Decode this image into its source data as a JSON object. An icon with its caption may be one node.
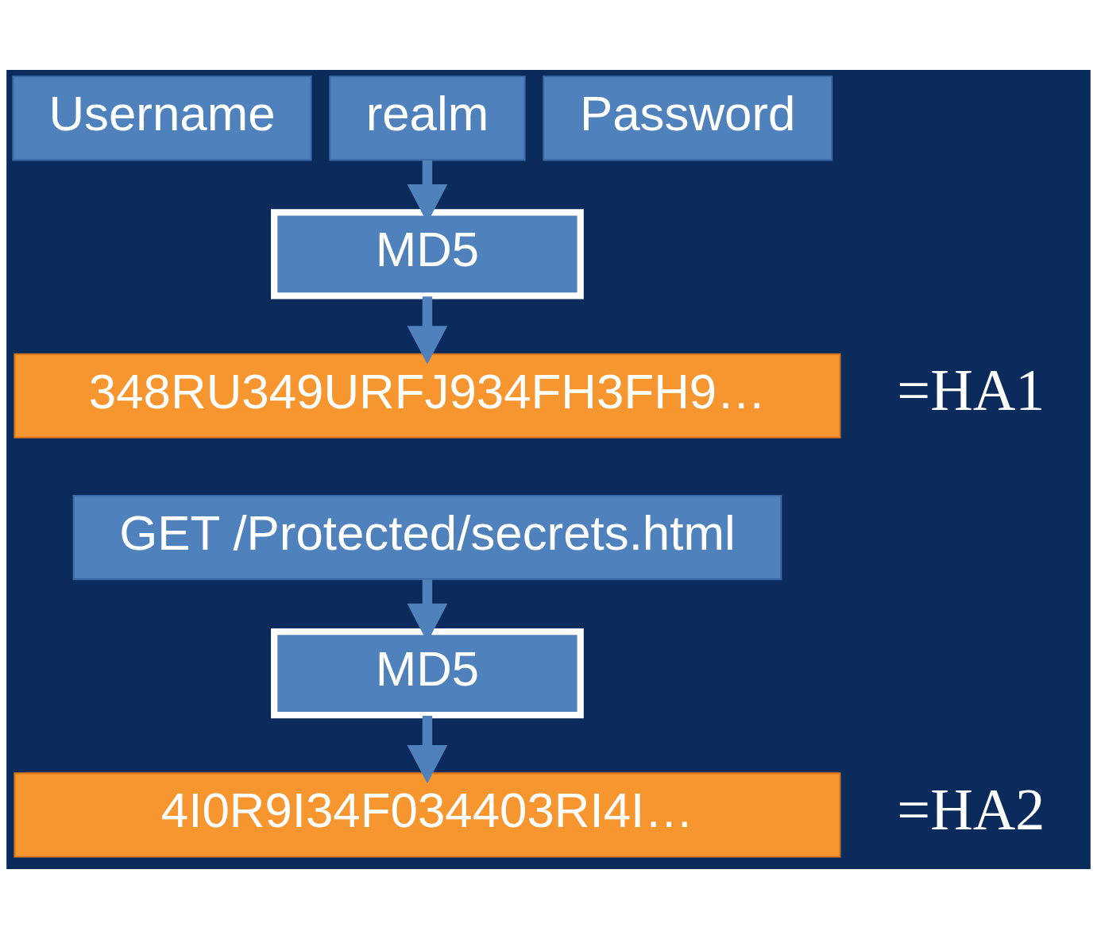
{
  "diagram": {
    "nodes": [
      {
        "text": [
          "Username"
        ]
      },
      {
        "text": [
          "realm"
        ]
      },
      {
        "text": [
          "Password"
        ]
      },
      {
        "text": [
          "MD5"
        ]
      },
      {
        "text": [
          "348RU349URFJ934FH3FH9…"
        ],
        "beside": [
          "=HA1"
        ]
      },
      {
        "text": [
          "GET /Protected/secrets.html"
        ]
      },
      {
        "text": [
          "MD5"
        ]
      },
      {
        "text": [
          "4I0R9I34F034403RI4I…"
        ],
        "beside": [
          "=HA2"
        ]
      }
    ],
    "edges": [
      {
        "from": 1,
        "to": 3,
        "arrow": "to"
      },
      {
        "from": 3,
        "to": 4,
        "arrow": "to"
      },
      {
        "from": 5,
        "to": 6,
        "arrow": "to"
      },
      {
        "from": 6,
        "to": 7,
        "arrow": "to"
      }
    ]
  }
}
